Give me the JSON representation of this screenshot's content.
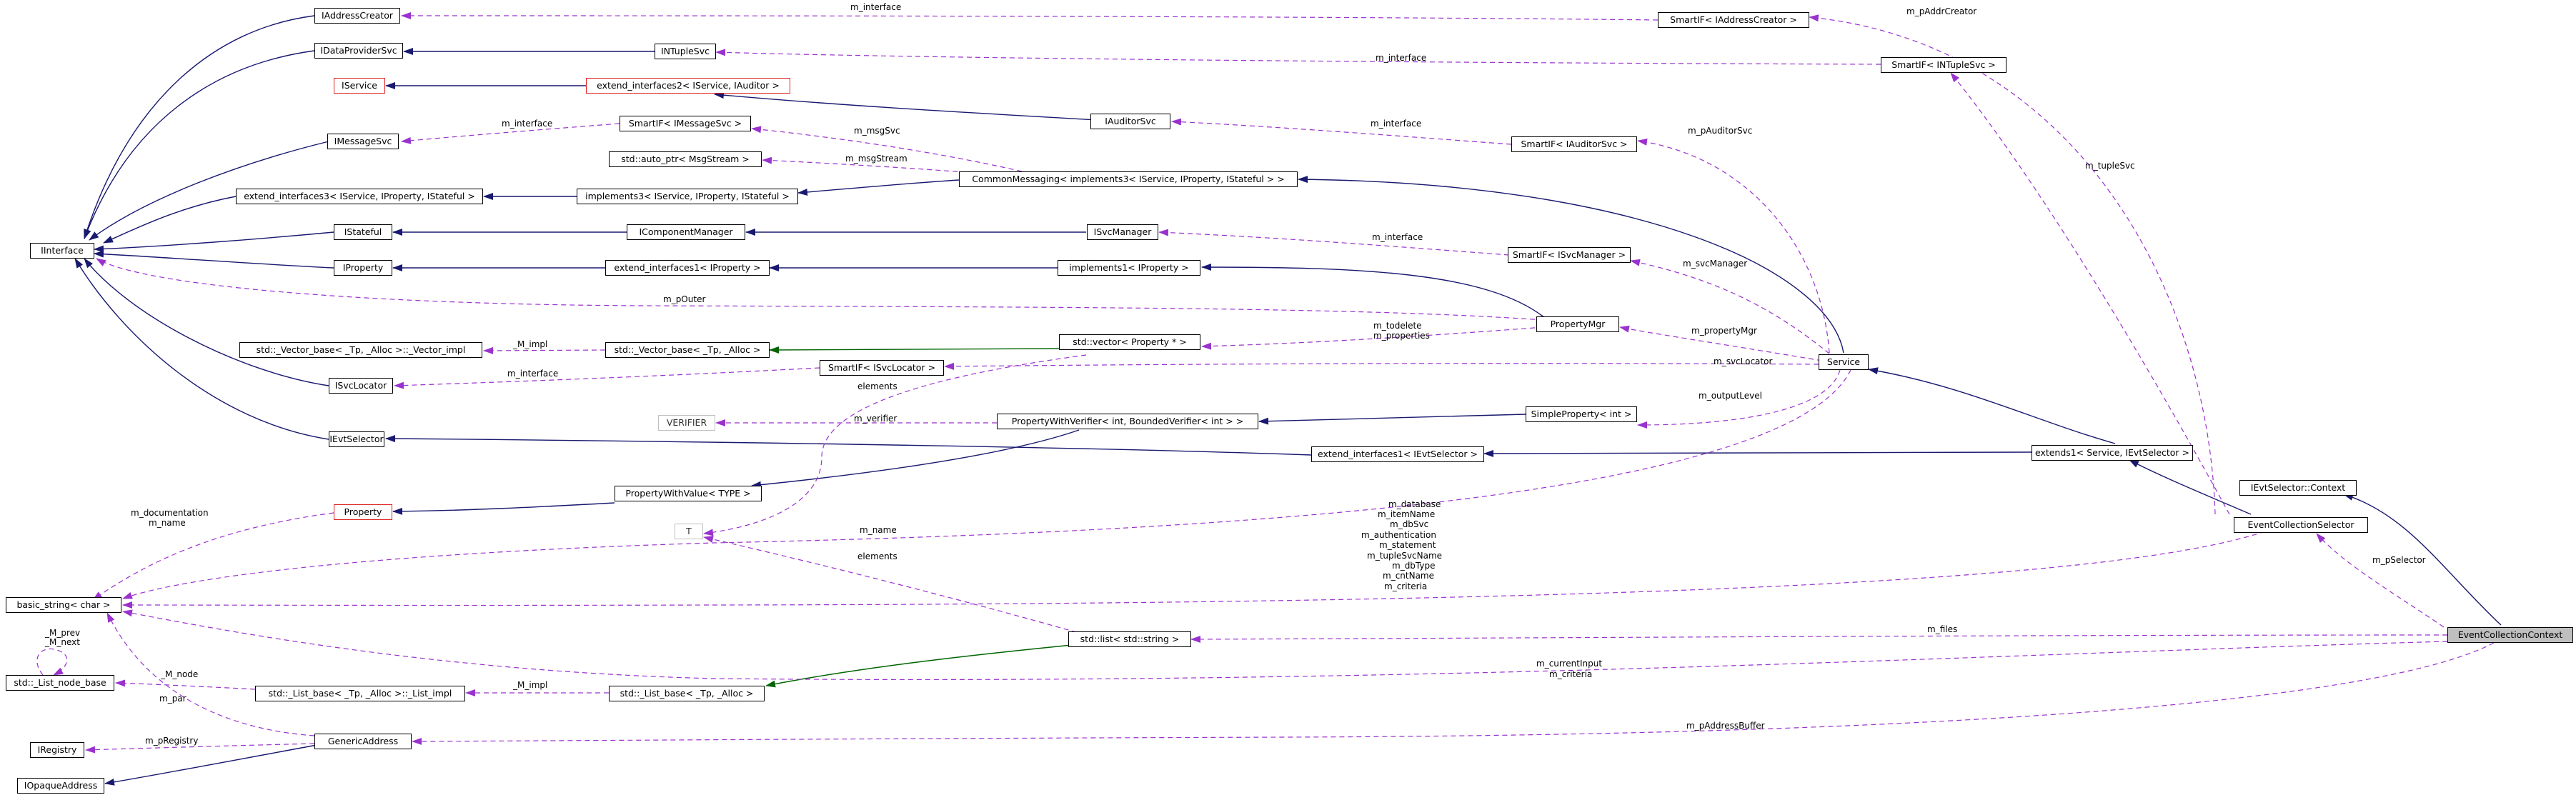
{
  "diagram": {
    "nodes": {
      "iaddresscreator": "IAddressCreator",
      "idataprovidersvc": "IDataProviderSvc",
      "iservice": "IService",
      "imessagesvc": "IMessageSvc",
      "extend_interfaces3": "extend_interfaces3< IService, IProperty, IStateful >",
      "iinterface": "IInterface",
      "istateful": "IStateful",
      "iproperty": "IProperty",
      "vector_impl": "std::_Vector_base< _Tp, _Alloc >::_Vector_impl",
      "isvclocator": "ISvcLocator",
      "ievtselector": "IEvtSelector",
      "property": "Property",
      "basic_string": "basic_string< char >",
      "list_node_base": "std::_List_node_base",
      "iregistry": "IRegistry",
      "iopaqueaddress": "IOpaqueAddress",
      "intuplesvc": "INTupleSvc",
      "extend_interfaces2": "extend_interfaces2< IService, IAuditor >",
      "smartif_imessagesvc": "SmartIF< IMessageSvc >",
      "auto_ptr_msgstream": "std::auto_ptr< MsgStream >",
      "implements3": "implements3< IService, IProperty, IStateful >",
      "icomponentmanager": "IComponentManager",
      "extend_interfaces1_iproperty": "extend_interfaces1< IProperty >",
      "vector_base": "std::_Vector_base< _Tp, _Alloc >",
      "verifier": "VERIFIER",
      "propertywithvalue": "PropertyWithValue< TYPE >",
      "t": "T",
      "list_base_impl": "std::_List_base< _Tp, _Alloc >::_List_impl",
      "genericaddress": "GenericAddress",
      "list_base": "std::_List_base< _Tp, _Alloc >",
      "smartif_isvclocator": "SmartIF< ISvcLocator >",
      "commonmessaging": "CommonMessaging< implements3< IService, IProperty, IStateful > >",
      "iauditorsvc": "IAuditorSvc",
      "isvcmanager": "ISvcManager",
      "implements1_iproperty": "implements1< IProperty >",
      "vector_property": "std::vector< Property * >",
      "propertywithverifier": "PropertyWithVerifier< int, BoundedVerifier< int > >",
      "extend_interfaces1_ievtselector": "extend_interfaces1< IEvtSelector >",
      "list_string": "std::list< std::string >",
      "propertymgr": "PropertyMgr",
      "simpleproperty_int": "SimpleProperty< int >",
      "smartif_iaddresscreator": "SmartIF< IAddressCreator >",
      "smartif_iauditorsvc": "SmartIF< IAuditorSvc >",
      "smartif_isvcmanager": "SmartIF< ISvcManager >",
      "service": "Service",
      "extends1": "extends1< Service, IEvtSelector >",
      "smartif_intuplesvc": "SmartIF< INTupleSvc >",
      "ievtselector_context": "IEvtSelector::Context",
      "eventcollectionselector": "EventCollectionSelector",
      "eventcollectioncontext": "EventCollectionContext"
    },
    "labels": {
      "l1": "m_interface",
      "l2": "m_pAddrCreator",
      "l3": "m_interface",
      "l4": "m_tupleSvc",
      "l5": "m_interface",
      "l6": "m_msgSvc",
      "l7": "m_msgStream",
      "l8": "m_interface",
      "l9": "m_pAuditorSvc",
      "l10": "m_interface",
      "l11": "m_svcManager",
      "l12": "m_pOuter",
      "l13": "_M_impl",
      "l14": "m_todelete",
      "l15": "m_properties",
      "l16": "m_propertyMgr",
      "l17": "elements",
      "l18": "m_interface",
      "l19": "m_svcLocator",
      "l20": "m_verifier",
      "l21": "m_outputLevel",
      "l22": "m_documentation",
      "l23": "m_name",
      "l24": "m_name",
      "l25": "elements",
      "l26": "m_database",
      "l27": "m_itemName",
      "l28": "m_dbSvc",
      "l29": "m_authentication",
      "l30": "m_statement",
      "l31": "m_tupleSvcName",
      "l32": "m_dbType",
      "l33": "m_cntName",
      "l34": "m_criteria",
      "l35": "m_pSelector",
      "l36": "_M_prev",
      "l37": "_M_next",
      "l38": "_M_node",
      "l39": "_M_impl",
      "l40": "m_files",
      "l41": "m_currentInput",
      "l42": "m_criteria",
      "l43": "m_par",
      "l44": "m_pRegistry",
      "l45": "m_pAddressBuffer"
    },
    "colors": {
      "inheritance": "#191970",
      "template_inheritance": "#006400",
      "usage": "#9a32cd",
      "node_border": "#000000",
      "missing_node_border": "#ff0000",
      "undocumented_node_border": "#bfbfbf",
      "selected_node_fill": "#bfbfbf"
    }
  }
}
